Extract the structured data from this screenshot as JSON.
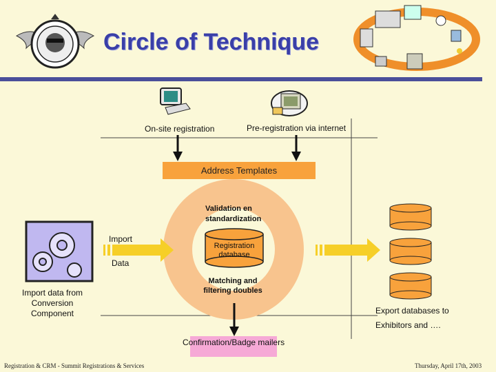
{
  "slide": {
    "title": "Circle of Technique"
  },
  "diagram": {
    "onsite_label": "On-site registration",
    "prereg_label": "Pre-registration via internet",
    "address_templates": "Address Templates",
    "validation_line1": "Validation en",
    "validation_line2": "standardization",
    "registration_db_line1": "Registration",
    "registration_db_line2": "database",
    "matching_line1": "Matching and",
    "matching_line2": "filtering doubles",
    "import_label": "Import",
    "data_label": "Data",
    "import_from_line1": "Import data from",
    "import_from_line2": "Conversion",
    "import_from_line3": "Component",
    "export_line1": "Export databases to",
    "export_line2": "Exhibitors and ….",
    "confirmation_label": "Confirmation/Badge mailers"
  },
  "footer": {
    "left": "Registration & CRM - Summit Registrations & Services",
    "right": "Thursday, April 17th, 2003"
  },
  "colors": {
    "title": "#3a3fa8",
    "orange": "#f8a23c",
    "ring": "#f8c48e",
    "pink": "#f6a9d6",
    "yellow_arrow": "#f6cf28",
    "background": "#fbf8d8"
  }
}
